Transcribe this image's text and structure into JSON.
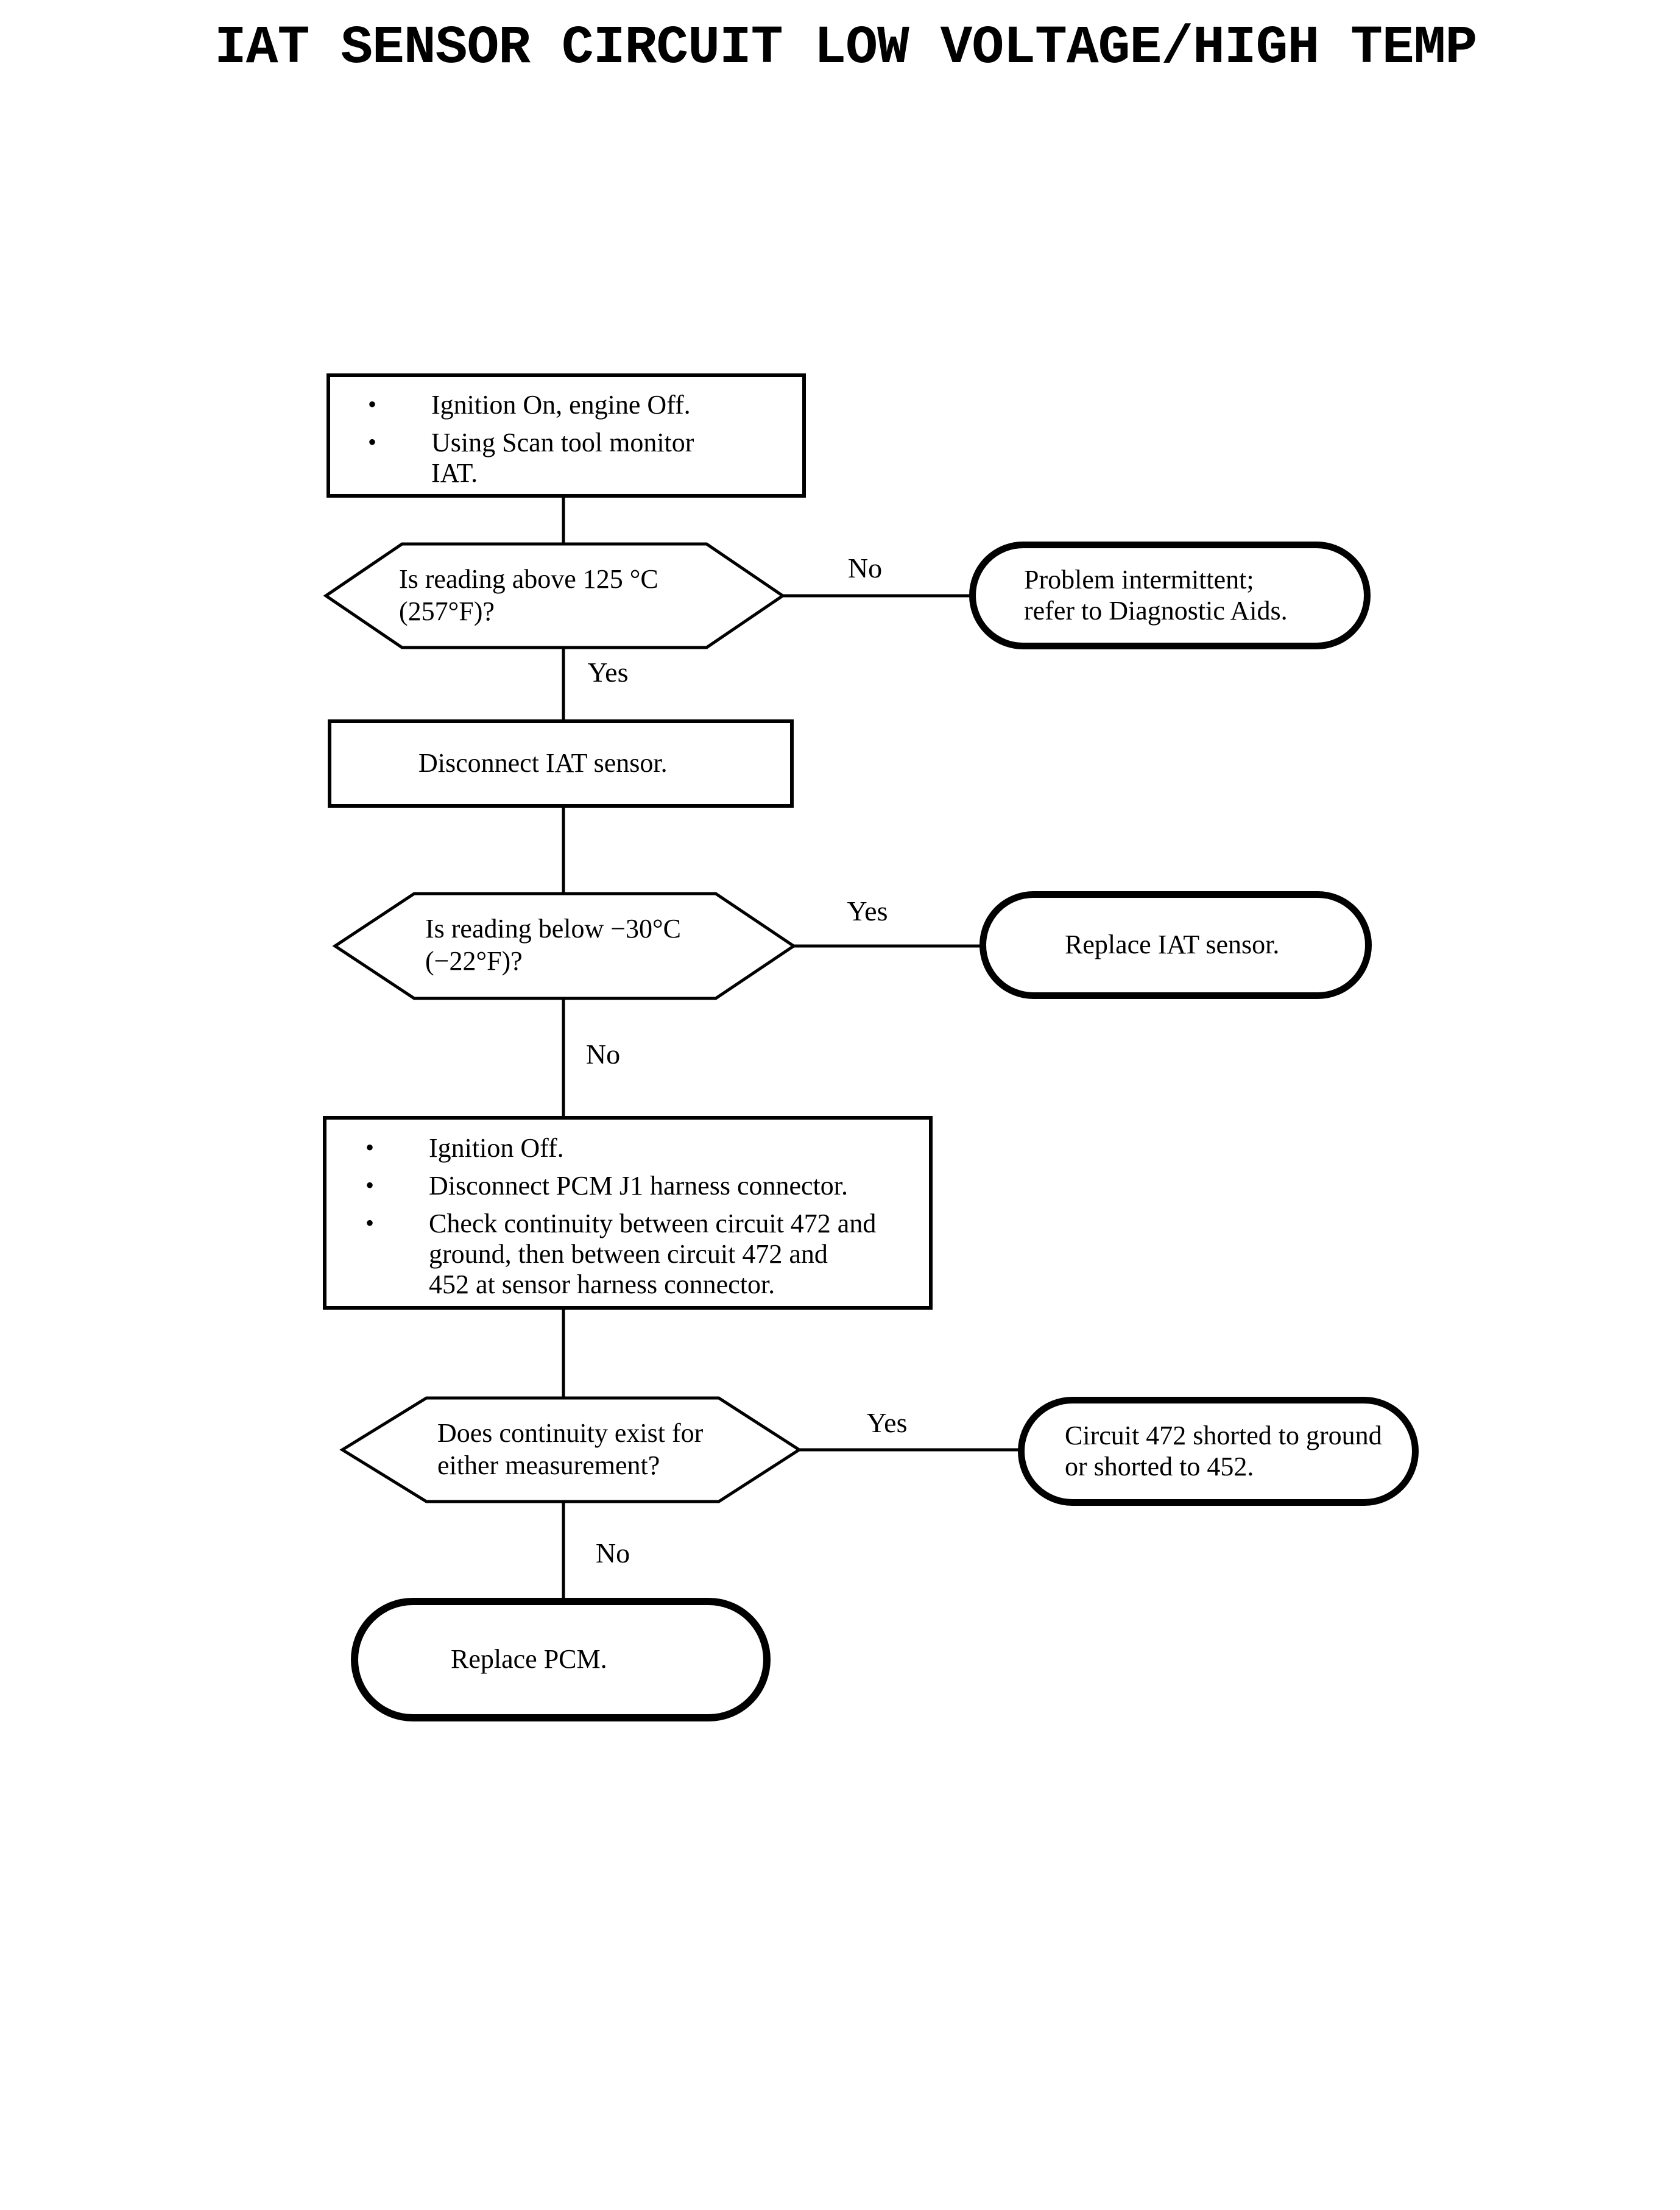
{
  "title": "IAT SENSOR CIRCUIT LOW VOLTAGE/HIGH TEMP",
  "ui": {
    "bullet_char": "•"
  },
  "labels": {
    "yes": "Yes",
    "no": "No"
  },
  "nodes": {
    "start": {
      "line1": "Ignition On, engine Off.",
      "line2": "Using Scan tool monitor",
      "line3": "IAT."
    },
    "decision1": {
      "line1": "Is reading above 125 °C",
      "line2": "(257°F)?"
    },
    "terminal1": {
      "line1": "Problem intermittent;",
      "line2": "refer to Diagnostic Aids."
    },
    "process2": {
      "line1": "Disconnect IAT sensor."
    },
    "decision2": {
      "line1": "Is reading below −30°C",
      "line2": "(−22°F)?"
    },
    "terminal2": {
      "line1": "Replace IAT sensor."
    },
    "process3": {
      "bullet1": "Ignition Off.",
      "bullet2": "Disconnect PCM J1 harness connector.",
      "bullet3_line1": "Check continuity between circuit 472 and",
      "bullet3_line2": "ground, then between circuit 472 and",
      "bullet3_line3": "452 at sensor harness connector."
    },
    "decision3": {
      "line1": "Does continuity exist for",
      "line2": "either measurement?"
    },
    "terminal3": {
      "line1": "Circuit 472 shorted to ground",
      "line2": "or shorted to 452."
    },
    "terminal4": {
      "line1": "Replace PCM."
    }
  }
}
